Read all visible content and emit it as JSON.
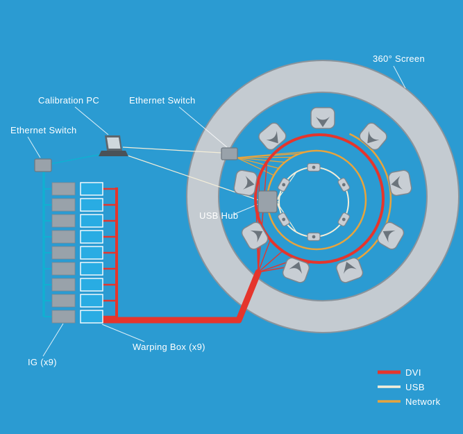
{
  "diagram": {
    "labels": {
      "screen": "360° Screen",
      "calibration_pc": "Calibration PC",
      "ethernet_switch_top": "Ethernet Switch",
      "ethernet_switch_left": "Ethernet Switch",
      "usb_hub": "USB Hub",
      "warping_box": "Warping Box (x9)",
      "ig": "IG (x9)"
    },
    "legend": {
      "items": [
        {
          "label": "DVI",
          "color": "#e5352c"
        },
        {
          "label": "USB",
          "color": "#f4eed9"
        },
        {
          "label": "Network",
          "color": "#e8a43c"
        }
      ]
    },
    "colors": {
      "background": "#2b9bd2",
      "dvi_red": "#e5352c",
      "usb_cream": "#f4eed9",
      "network_orange": "#e8a43c",
      "ethernet_teal": "#10b0d2",
      "screen_ring_gray": "#c4cbd1",
      "device_gray": "#99a2aa",
      "warping_box_blue": "#29ace3",
      "label_text": "#ffffff"
    },
    "counts": {
      "projectors": 9,
      "cameras": 6,
      "warping_boxes": 9,
      "ig_units": 9
    }
  }
}
